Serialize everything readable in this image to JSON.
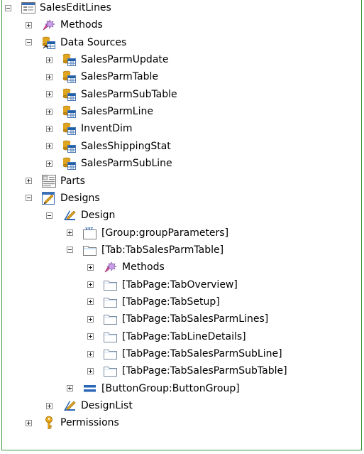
{
  "tree": {
    "nodes": [
      {
        "label": "SalesEditLines",
        "icon": "form-icon",
        "depth": 0,
        "toggle": "minus",
        "partial": false
      },
      {
        "label": "Methods",
        "icon": "methods-icon",
        "depth": 1,
        "toggle": "plus",
        "partial": false
      },
      {
        "label": "Data Sources",
        "icon": "data-sources-icon",
        "depth": 1,
        "toggle": "minus",
        "partial": false
      },
      {
        "label": "SalesParmUpdate",
        "icon": "datasource-table-icon",
        "depth": 2,
        "toggle": "plus",
        "partial": false
      },
      {
        "label": "SalesParmTable",
        "icon": "datasource-table-icon",
        "depth": 2,
        "toggle": "plus",
        "partial": false
      },
      {
        "label": "SalesParmSubTable",
        "icon": "datasource-table-icon",
        "depth": 2,
        "toggle": "plus",
        "partial": false
      },
      {
        "label": "SalesParmLine",
        "icon": "datasource-table-icon",
        "depth": 2,
        "toggle": "plus",
        "partial": false
      },
      {
        "label": "InventDim",
        "icon": "datasource-table-icon",
        "depth": 2,
        "toggle": "plus",
        "partial": false
      },
      {
        "label": "SalesShippingStat",
        "icon": "datasource-table-icon",
        "depth": 2,
        "toggle": "plus",
        "partial": false
      },
      {
        "label": "SalesParmSubLine",
        "icon": "datasource-table-icon",
        "depth": 2,
        "toggle": "plus",
        "partial": false
      },
      {
        "label": "Parts",
        "icon": "parts-icon",
        "depth": 1,
        "toggle": "plus",
        "partial": false
      },
      {
        "label": "Designs",
        "icon": "designs-icon",
        "depth": 1,
        "toggle": "minus",
        "partial": false
      },
      {
        "label": "Design",
        "icon": "design-icon",
        "depth": 2,
        "toggle": "minus",
        "partial": false
      },
      {
        "label": "[Group:groupParameters]",
        "icon": "group-icon",
        "depth": 3,
        "toggle": "plus",
        "partial": false
      },
      {
        "label": "[Tab:TabSalesParmTable]",
        "icon": "tab-icon",
        "depth": 3,
        "toggle": "minus",
        "partial": false
      },
      {
        "label": "Methods",
        "icon": "methods-icon",
        "depth": 4,
        "toggle": "plus",
        "partial": false
      },
      {
        "label": "[TabPage:TabOverview]",
        "icon": "folder-icon",
        "depth": 4,
        "toggle": "plus",
        "partial": false
      },
      {
        "label": "[TabPage:TabSetup]",
        "icon": "folder-icon",
        "depth": 4,
        "toggle": "plus",
        "partial": false
      },
      {
        "label": "[TabPage:TabSalesParmLines]",
        "icon": "folder-icon",
        "depth": 4,
        "toggle": "plus",
        "partial": false
      },
      {
        "label": "[TabPage:TabLineDetails]",
        "icon": "folder-icon",
        "depth": 4,
        "toggle": "plus",
        "partial": false
      },
      {
        "label": "[TabPage:TabSalesParmSubLine]",
        "icon": "folder-icon",
        "depth": 4,
        "toggle": "plus",
        "partial": false
      },
      {
        "label": "[TabPage:TabSalesParmSubTable]",
        "icon": "folder-icon",
        "depth": 4,
        "toggle": "plus",
        "partial": false
      },
      {
        "label": "[ButtonGroup:ButtonGroup]",
        "icon": "button-group-icon",
        "depth": 3,
        "toggle": "plus",
        "partial": false
      },
      {
        "label": "DesignList",
        "icon": "design-icon",
        "depth": 2,
        "toggle": "plus",
        "partial": false
      },
      {
        "label": "Permissions",
        "icon": "key-icon",
        "depth": 1,
        "toggle": "plus",
        "partial": false
      }
    ]
  },
  "colors": {
    "frame_border": "#3c9a3c",
    "table_header": "#1f5fa8",
    "table_grid": "#4a78b8",
    "methods_pink": "#d9549a",
    "gold": "#e0a520",
    "key_gold": "#e8a817"
  }
}
